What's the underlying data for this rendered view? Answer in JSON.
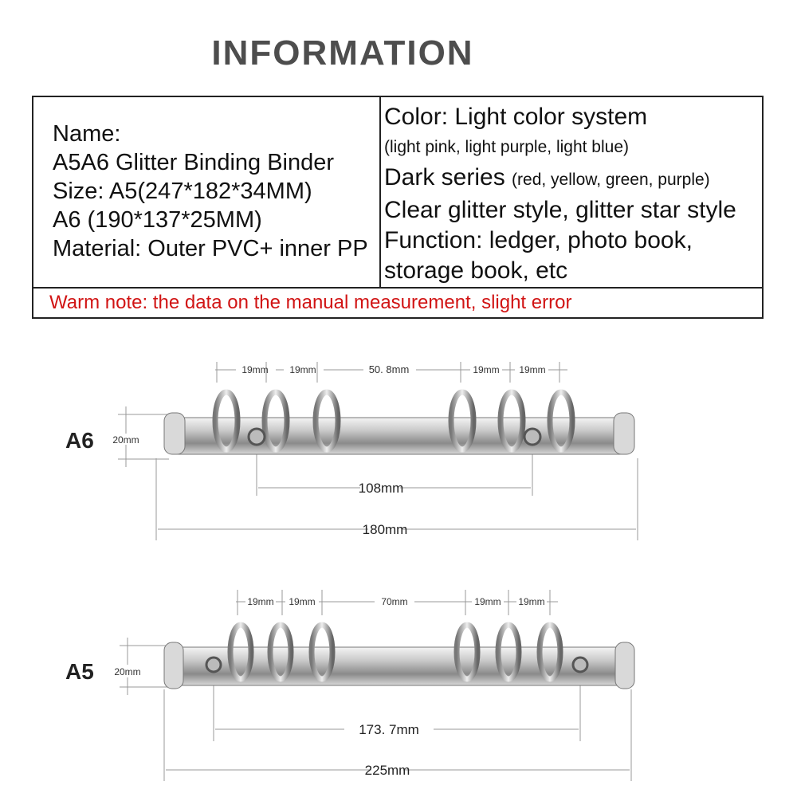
{
  "title": "INFORMATION",
  "left": {
    "name_label": "Name:",
    "name_value": "A5A6 Glitter Binding Binder",
    "size_a5": "Size: A5(247*182*34MM)",
    "size_a6": "A6 (190*137*25MM)",
    "material": "Material: Outer PVC+ inner PP"
  },
  "right": {
    "color_line": "Color: Light color system",
    "light_colors": "(light pink, light purple, light blue)",
    "dark_label": "Dark series",
    "dark_colors": "(red, yellow, green, purple)",
    "style_line": "Clear glitter style, glitter star style",
    "function_line1": "Function: ledger, photo book,",
    "function_line2": "storage book, etc"
  },
  "warm_note": "Warm note: the data on the manual measurement, slight error",
  "a6": {
    "label": "A6",
    "height": "20mm",
    "spacing": [
      "19mm",
      "19mm",
      "50. 8mm",
      "19mm",
      "19mm"
    ],
    "inner": "108mm",
    "total": "180mm"
  },
  "a5": {
    "label": "A5",
    "height": "20mm",
    "spacing": [
      "19mm",
      "19mm",
      "70mm",
      "19mm",
      "19mm"
    ],
    "inner": "173. 7mm",
    "total": "225mm"
  },
  "colors": {
    "warm_note": "#d11414",
    "title": "#4d4d4d"
  }
}
